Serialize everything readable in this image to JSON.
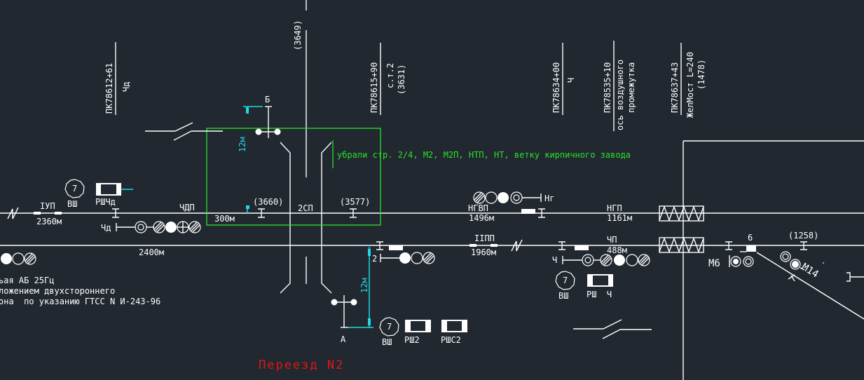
{
  "drawing": {
    "title": "Переезд N2",
    "note": "убрали стр. 2/4, М2, М2П, НТП, НТ, ветку кирпичного завода",
    "colors": {
      "background": "#212830",
      "lines": "#ffffff",
      "note": "#2ae12a",
      "dimensions": "#1fd9e6",
      "title": "#e01818"
    },
    "description_lines": [
      "ьая АБ 25Гц",
      "ложением двухстороннего",
      "она  по указанию ГТСС N И-243-96"
    ],
    "pickets": [
      {
        "pk": "ПК78612+61",
        "sub": [
          "Чд"
        ]
      },
      {
        "pk": "ПК78615+90",
        "sub": [
          "с.т.2",
          "(3631)"
        ]
      },
      {
        "pk": "ПК78634+00",
        "sub": [
          "Ч"
        ]
      },
      {
        "pk": "ПК78535+10",
        "sub": [
          "ось воздушного",
          "промежутка"
        ]
      },
      {
        "pk": "ПК78637+43",
        "sub": [
          "ЖелМост L=240",
          "(1478)"
        ]
      }
    ],
    "road_coordinate": "(3649)",
    "track_sections": {
      "upper": [
        {
          "name": "IУП",
          "length": "2360м"
        },
        {
          "name": "ЧДП",
          "length": "300м"
        },
        {
          "name": "2СП",
          "length": ""
        },
        {
          "name": "НГВП",
          "length": "1496м"
        },
        {
          "name": "НГП",
          "length": "1161м"
        }
      ],
      "lower": [
        {
          "name": "",
          "length": "2400м"
        },
        {
          "name": "IIПП",
          "length": "1960м"
        },
        {
          "name": "ЧП",
          "length": "488м"
        }
      ]
    },
    "coordinates": [
      "(3660)",
      "(3577)",
      "(1258)"
    ],
    "signals": [
      {
        "name": "Чд"
      },
      {
        "name": "Нг"
      },
      {
        "name": "Ч"
      },
      {
        "name": "2"
      },
      {
        "name": "М6"
      },
      {
        "name": "М14"
      }
    ],
    "switch_number": "6",
    "barriers": [
      {
        "name": "Б",
        "dimension": "12м"
      },
      {
        "name": "А",
        "dimension": "12м"
      }
    ],
    "cabinets": [
      {
        "type": "ВШ",
        "number": "7",
        "relay": "РШЧд"
      },
      {
        "type": "ВШ",
        "number": "7",
        "relay": "РШ  Ч"
      },
      {
        "type": "ВШ",
        "number": "7",
        "relay": "РШ2",
        "relay2": "РШС2"
      }
    ]
  }
}
